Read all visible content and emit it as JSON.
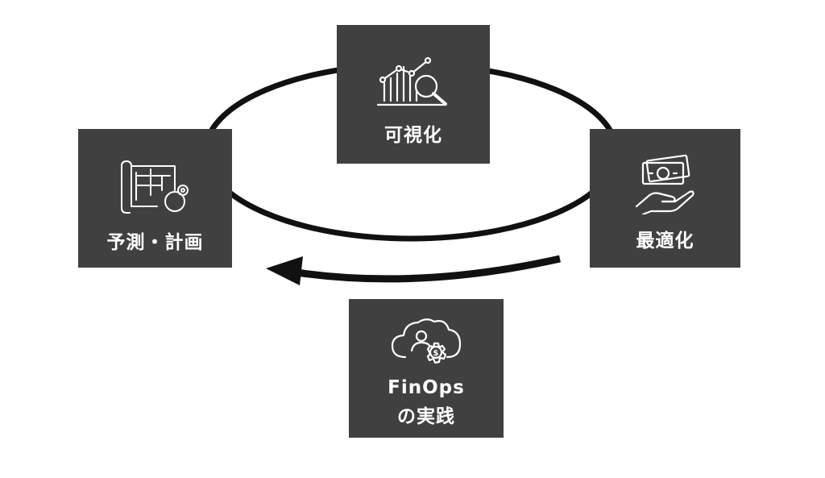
{
  "nodes": {
    "visualize": {
      "label": "可視化",
      "icon": "chart-magnifier-icon"
    },
    "forecast": {
      "label": "予測・計画",
      "icon": "blueprint-gear-icon"
    },
    "optimize": {
      "label": "最適化",
      "icon": "hand-money-icon"
    },
    "finops": {
      "label_line1": "FinOps",
      "label_line2": "の実践",
      "icon": "cloud-person-dollar-gear-icon"
    }
  },
  "colors": {
    "box": "#404040",
    "text": "#ffffff",
    "line": "#111111"
  }
}
